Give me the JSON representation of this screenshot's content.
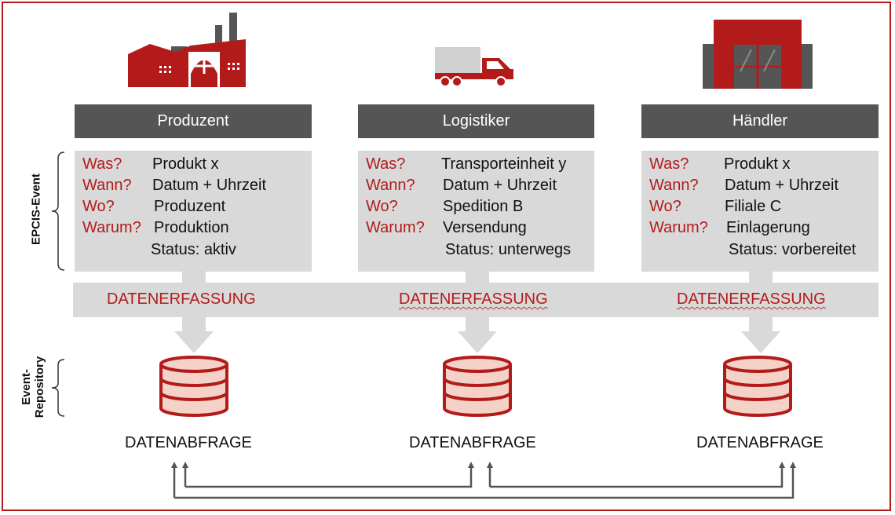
{
  "colors": {
    "accent": "#b31b1b",
    "header_bg": "#555555",
    "card_bg": "#d9d9d9",
    "drum_fill": "#f4d2c8",
    "arrow_gray": "#555555"
  },
  "side_labels": {
    "event": "EPCIS-Event",
    "repository_line1": "Event-",
    "repository_line2": "Repository"
  },
  "actors": [
    {
      "icon": "factory-icon",
      "title": "Produzent",
      "questions": [
        "Was?",
        "Wann?",
        "Wo?",
        "Warum?"
      ],
      "answers": [
        "Produkt x",
        "Datum + Uhrzeit",
        "Produzent",
        "Produktion"
      ],
      "status": "Status: aktiv",
      "capture": "DATENERFASSUNG",
      "query": "DATENABFRAGE"
    },
    {
      "icon": "truck-icon",
      "title": "Logistiker",
      "questions": [
        "Was?",
        "Wann?",
        "Wo?",
        "Warum?"
      ],
      "answers": [
        "Transporteinheit y",
        "Datum + Uhrzeit",
        "Spedition B",
        "Versendung"
      ],
      "status": "Status: unterwegs",
      "capture": "DATENERFASSUNG",
      "query": "DATENABFRAGE"
    },
    {
      "icon": "warehouse-icon",
      "title": "Händler",
      "questions": [
        "Was?",
        "Wann?",
        "Wo?",
        "Warum?"
      ],
      "answers": [
        "Produkt x",
        "Datum + Uhrzeit",
        "Filiale C",
        "Einlagerung"
      ],
      "status": "Status: vorbereitet",
      "capture": "DATENERFASSUNG",
      "query": "DATENABFRAGE"
    }
  ]
}
